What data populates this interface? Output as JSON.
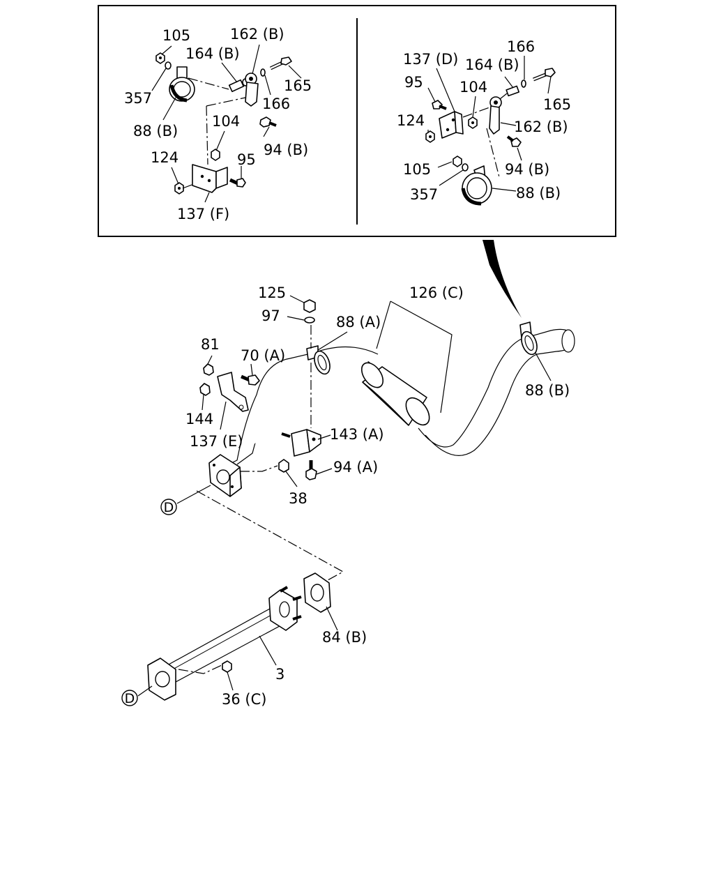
{
  "diagram": {
    "inset_left_labels": {
      "l105": "105",
      "l162b": "162 (B)",
      "l164b": "164 (B)",
      "l357": "357",
      "l165": "165",
      "l166": "166",
      "l88b": "88 (B)",
      "l104": "104",
      "l94b": "94 (B)",
      "l124": "124",
      "l95": "95",
      "l137f": "137 (F)"
    },
    "inset_right_labels": {
      "l166": "166",
      "l137d": "137 (D)",
      "l164b": "164 (B)",
      "l95": "95",
      "l104": "104",
      "l165": "165",
      "l124": "124",
      "l162b": "162 (B)",
      "l94b": "94 (B)",
      "l105": "105",
      "l357": "357",
      "l88b": "88 (B)"
    },
    "main_labels": {
      "l125": "125",
      "l126c": "126 (C)",
      "l97": "97",
      "l88a": "88 (A)",
      "l81": "81",
      "l70a": "70 (A)",
      "l88b": "88 (B)",
      "l144": "144",
      "l143a": "143 (A)",
      "l137e": "137 (E)",
      "l94a": "94 (A)",
      "l38": "38",
      "l84b": "84 (B)",
      "l3": "3",
      "l36c": "36 (C)"
    },
    "callout_marker": "D"
  }
}
